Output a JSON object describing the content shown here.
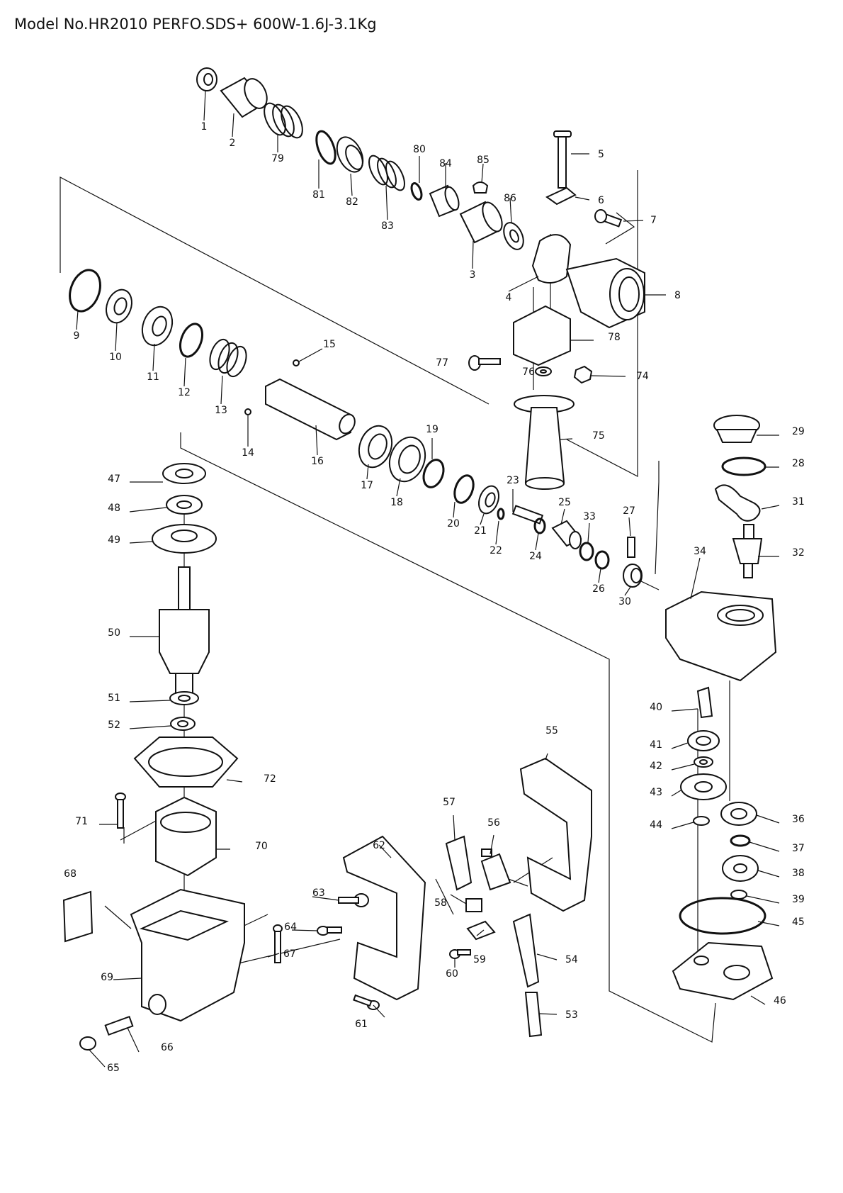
{
  "title": "Model No.HR2010 PERFO.SDS+ 600W-1.6J-3.1Kg",
  "parts": [
    {
      "n": "1",
      "kind": "cap"
    },
    {
      "n": "2",
      "kind": "sleeve"
    },
    {
      "n": "3",
      "kind": "cylinder"
    },
    {
      "n": "4",
      "kind": "clamp"
    },
    {
      "n": "5",
      "kind": "bolt"
    },
    {
      "n": "6",
      "kind": "clip"
    },
    {
      "n": "7",
      "kind": "screw"
    },
    {
      "n": "8",
      "kind": "housing"
    },
    {
      "n": "9",
      "kind": "oring"
    },
    {
      "n": "10",
      "kind": "bearing"
    },
    {
      "n": "11",
      "kind": "bearing"
    },
    {
      "n": "12",
      "kind": "retainer"
    },
    {
      "n": "13",
      "kind": "spring"
    },
    {
      "n": "14",
      "kind": "ball"
    },
    {
      "n": "15",
      "kind": "ball"
    },
    {
      "n": "16",
      "kind": "shaft"
    },
    {
      "n": "17",
      "kind": "gear"
    },
    {
      "n": "18",
      "kind": "gear"
    },
    {
      "n": "19",
      "kind": "ring"
    },
    {
      "n": "20",
      "kind": "retainer"
    },
    {
      "n": "21",
      "kind": "washer"
    },
    {
      "n": "22",
      "kind": "oring"
    },
    {
      "n": "23",
      "kind": "pin"
    },
    {
      "n": "24",
      "kind": "oring"
    },
    {
      "n": "25",
      "kind": "cylinder"
    },
    {
      "n": "26",
      "kind": "oring"
    },
    {
      "n": "27",
      "kind": "pin"
    },
    {
      "n": "28",
      "kind": "oring"
    },
    {
      "n": "29",
      "kind": "cap"
    },
    {
      "n": "30",
      "kind": "sleeve"
    },
    {
      "n": "31",
      "kind": "crank"
    },
    {
      "n": "32",
      "kind": "shaft"
    },
    {
      "n": "33",
      "kind": "oring"
    },
    {
      "n": "34",
      "kind": "housing"
    },
    {
      "n": "36",
      "kind": "bearing"
    },
    {
      "n": "37",
      "kind": "retainer"
    },
    {
      "n": "38",
      "kind": "gear"
    },
    {
      "n": "39",
      "kind": "washer"
    },
    {
      "n": "40",
      "kind": "gear"
    },
    {
      "n": "41",
      "kind": "bearing"
    },
    {
      "n": "42",
      "kind": "washer"
    },
    {
      "n": "43",
      "kind": "gear"
    },
    {
      "n": "44",
      "kind": "washer"
    },
    {
      "n": "45",
      "kind": "oring"
    },
    {
      "n": "46",
      "kind": "cover"
    },
    {
      "n": "47",
      "kind": "bearing"
    },
    {
      "n": "48",
      "kind": "bearing"
    },
    {
      "n": "49",
      "kind": "gear"
    },
    {
      "n": "50",
      "kind": "armature"
    },
    {
      "n": "51",
      "kind": "washer"
    },
    {
      "n": "52",
      "kind": "bearing"
    },
    {
      "n": "53",
      "kind": "cord"
    },
    {
      "n": "54",
      "kind": "cordguard"
    },
    {
      "n": "55",
      "kind": "handle"
    },
    {
      "n": "56",
      "kind": "switch"
    },
    {
      "n": "57",
      "kind": "trigger"
    },
    {
      "n": "58",
      "kind": "block"
    },
    {
      "n": "59",
      "kind": "clamp"
    },
    {
      "n": "60",
      "kind": "screw"
    },
    {
      "n": "61",
      "kind": "screw"
    },
    {
      "n": "62",
      "kind": "handle"
    },
    {
      "n": "63",
      "kind": "screw"
    },
    {
      "n": "64",
      "kind": "screw"
    },
    {
      "n": "65",
      "kind": "cap"
    },
    {
      "n": "66",
      "kind": "brush"
    },
    {
      "n": "67",
      "kind": "screw"
    },
    {
      "n": "68",
      "kind": "plate"
    },
    {
      "n": "69",
      "kind": "housing"
    },
    {
      "n": "70",
      "kind": "field"
    },
    {
      "n": "71",
      "kind": "screw"
    },
    {
      "n": "72",
      "kind": "baffle"
    },
    {
      "n": "74",
      "kind": "nut"
    },
    {
      "n": "75",
      "kind": "grip"
    },
    {
      "n": "76",
      "kind": "washer"
    },
    {
      "n": "77",
      "kind": "screw"
    },
    {
      "n": "78",
      "kind": "block"
    },
    {
      "n": "79",
      "kind": "spring"
    },
    {
      "n": "80",
      "kind": "retainer"
    },
    {
      "n": "81",
      "kind": "retainer"
    },
    {
      "n": "82",
      "kind": "ring"
    },
    {
      "n": "83",
      "kind": "spring"
    },
    {
      "n": "84",
      "kind": "sleeve"
    },
    {
      "n": "85",
      "kind": "cap"
    },
    {
      "n": "86",
      "kind": "washer"
    }
  ]
}
